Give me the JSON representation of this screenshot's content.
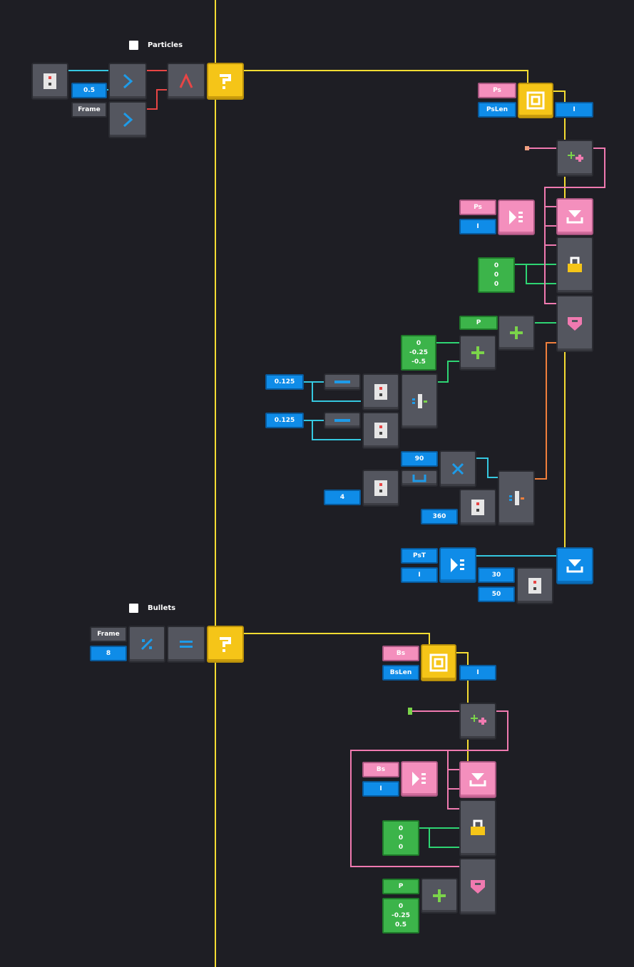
{
  "sections": {
    "particles_title": "Particles",
    "bullets_title": "Bullets"
  },
  "values": {
    "half": "0.5",
    "frame_a": "Frame",
    "ps": "Ps",
    "pslen": "PsLen",
    "i_a": "I",
    "ps2": "Ps",
    "i_b": "I",
    "zero_vec": [
      "0",
      "0",
      "0"
    ],
    "p_a": "P",
    "vel_a": [
      "0",
      "-0.25",
      "-0.5"
    ],
    "rnd_a": "0.125",
    "rnd_b": "0.125",
    "ninety": "90",
    "four": "4",
    "three_sixty": "360",
    "pst": "PsT",
    "i_c": "I",
    "thirty": "30",
    "fifty": "50",
    "frame_b": "Frame",
    "eight": "8",
    "bs": "Bs",
    "bslen": "BsLen",
    "i_d": "I",
    "bs2": "Bs",
    "i_e": "I",
    "zero_vec_b": [
      "0",
      "0",
      "0"
    ],
    "p_b": "P",
    "vel_b": [
      "0",
      "-0.25",
      "0.5"
    ]
  },
  "colors": {
    "background": "#1e1e24",
    "exec_wire": "#f5dc32",
    "number_wire": "#35c8e0",
    "vector_wire": "#2ed573",
    "list_wire": "#f07ab0",
    "bool_wire": "#e84545",
    "angle_wire": "#f07f3c"
  },
  "icons": [
    "random-dice-icon",
    "greater-than-icon",
    "and-icon",
    "branch-question-icon",
    "loop-icon",
    "add-item-icon",
    "get-item-icon",
    "set-item-icon",
    "lock-icon",
    "heart-icon",
    "plus-icon",
    "minus-icon",
    "lerp-icon",
    "multiply-icon",
    "floor-icon",
    "modulo-icon",
    "equals-icon"
  ]
}
